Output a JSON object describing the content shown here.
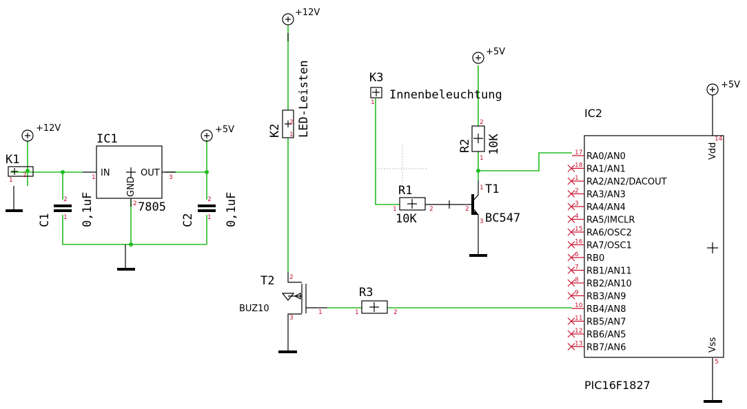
{
  "supply": {
    "p12_a": "+12V",
    "p12_b": "+12V",
    "p5_a": "+5V",
    "p5_b": "+5V",
    "p5_c": "+5V"
  },
  "connectors": {
    "k1": "K1",
    "k2": "K2",
    "k2_value": "LED-Leisten",
    "k3": "K3",
    "k3_value": "Innenbeleuchtung"
  },
  "regulator": {
    "name": "IC1",
    "value": "7805",
    "in": "IN",
    "out": "OUT",
    "gnd": "GND"
  },
  "capacitors": {
    "c1": "C1",
    "c1_value": "0,1uF",
    "c2": "C2",
    "c2_value": "0,1uF"
  },
  "resistors": {
    "r1": "R1",
    "r1_value": "10K",
    "r2": "R2",
    "r2_value": "10K",
    "r3": "R3"
  },
  "transistors": {
    "t1": "T1",
    "t1_value": "BC547",
    "t2": "T2",
    "t2_value": "BUZ10"
  },
  "mcu": {
    "name": "IC2",
    "value": "PIC16F1827",
    "vdd": "Vdd",
    "vss": "Vss",
    "vdd_pin": "14",
    "vss_pin": "5",
    "pins": [
      {
        "label": "RA0/AN0",
        "num": "17"
      },
      {
        "label": "RA1/AN1",
        "num": "18"
      },
      {
        "label": "RA2/AN2/DACOUT",
        "num": "1"
      },
      {
        "label": "RA3/AN3",
        "num": "2"
      },
      {
        "label": "RA4/AN4",
        "num": "3"
      },
      {
        "label": "RA5/IMCLR",
        "num": "4"
      },
      {
        "label": "RA6/OSC2",
        "num": "15"
      },
      {
        "label": "RA7/OSC1",
        "num": "16"
      },
      {
        "label": "RB0",
        "num": "6"
      },
      {
        "label": "RB1/AN11",
        "num": "7"
      },
      {
        "label": "RB2/AN10",
        "num": "8"
      },
      {
        "label": "RB3/AN9",
        "num": "9"
      },
      {
        "label": "RB4/AN8",
        "num": "10"
      },
      {
        "label": "RB5/AN7",
        "num": "11"
      },
      {
        "label": "RB6/AN5",
        "num": "12"
      },
      {
        "label": "RB7/AN6",
        "num": "13"
      }
    ]
  },
  "pin_numbers": {
    "one": "1",
    "two": "2",
    "three": "3"
  }
}
